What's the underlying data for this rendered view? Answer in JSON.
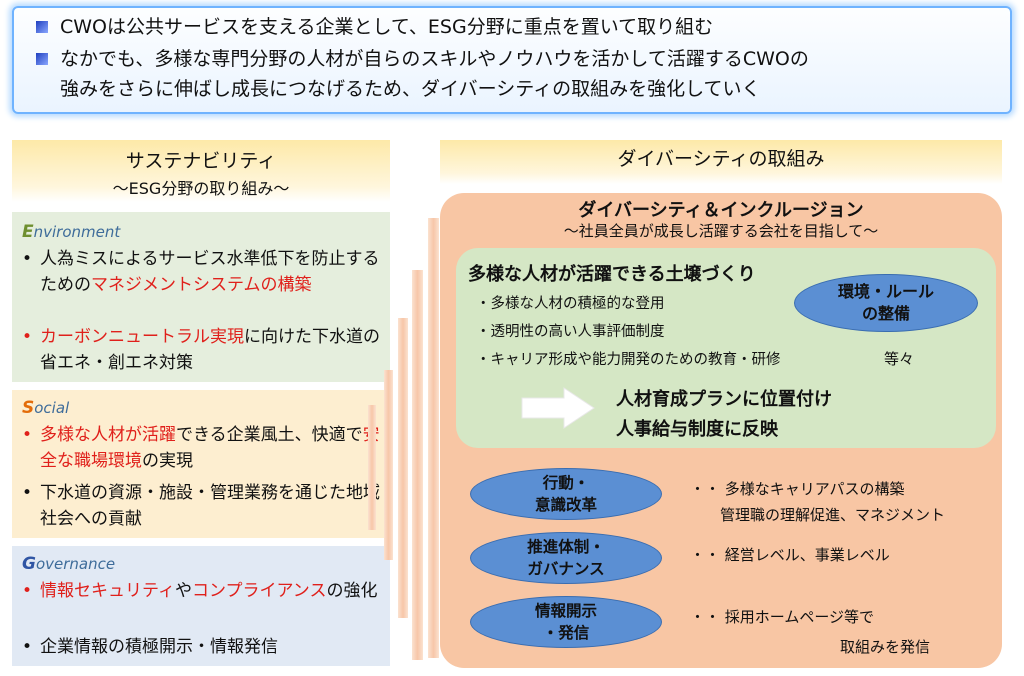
{
  "banner": {
    "line1": "CWOは公共サービスを支える企業として、ESG分野に重点を置いて取り組む",
    "line2": "なかでも、多様な専門分野の人材が自らのスキルやノウハウを活かして活躍するCWOの",
    "line3": "強みをさらに伸ばし成長につなげるため、ダイバーシティの取組みを強化していく"
  },
  "left": {
    "title": "サステナビリティ",
    "subtitle": "～ESG分野の取り組み～",
    "environment": {
      "cap": "E",
      "rest": "nvironment",
      "b1_a": "人為ミスによるサービス水準低下を防止するための",
      "b1_red": "マネジメントシステムの構築",
      "b2_red": "カーボンニュートラル実現",
      "b2_b": "に向けた下水道の省エネ・創エネ対策"
    },
    "social": {
      "cap": "S",
      "rest": "ocial",
      "b1_red1": "多様な人材が活躍",
      "b1_a": "できる企業風土、快適で",
      "b1_red2": "安全な職場環境",
      "b1_b": "の実現",
      "b2": "下水道の資源・施設・管理業務を通じた地域社会への貢献"
    },
    "governance": {
      "cap": "G",
      "rest": "overnance",
      "b1_red1": "情報セキュリティ",
      "b1_a": "や",
      "b1_red2": "コンプライアンス",
      "b1_b": "の強化",
      "b2": "企業情報の積極開示・情報発信"
    }
  },
  "right": {
    "title": "ダイバーシティの取組み",
    "di_title": "ダイバーシティ＆インクルージョン",
    "di_sub": "～社員全員が成長し活躍する会社を目指して～",
    "green": {
      "title": "多様な人材が活躍できる土壌づくり",
      "item1": "・多様な人材の積極的な登用",
      "item2": "・透明性の高い人事評価制度",
      "item3": "・キャリア形成や能力開発のための教育・研修",
      "etc": "等々",
      "oval_l1": "環境・ルール",
      "oval_l2": "の整備",
      "plan1": "人材育成プランに位置付け",
      "plan2": "人事給与制度に反映"
    },
    "rows": [
      {
        "l1": "行動・",
        "l2": "意識改革",
        "t1": "・・ 多様なキャリアパスの構築",
        "t2": "管理職の理解促進、マネジメント"
      },
      {
        "l1": "推進体制・",
        "l2": "ガバナンス",
        "t1": "・・ 経営レベル、事業レベル",
        "t2": ""
      },
      {
        "l1": "情報開示",
        "l2": "・発信",
        "t1": "・・ 採用ホームページ等で",
        "t2": "取組みを発信"
      }
    ]
  },
  "colors": {
    "red": "#e0201b",
    "oval": "#5b8fd3",
    "orange_box": "#f8c6a4",
    "green_box": "#d5e7c5"
  }
}
